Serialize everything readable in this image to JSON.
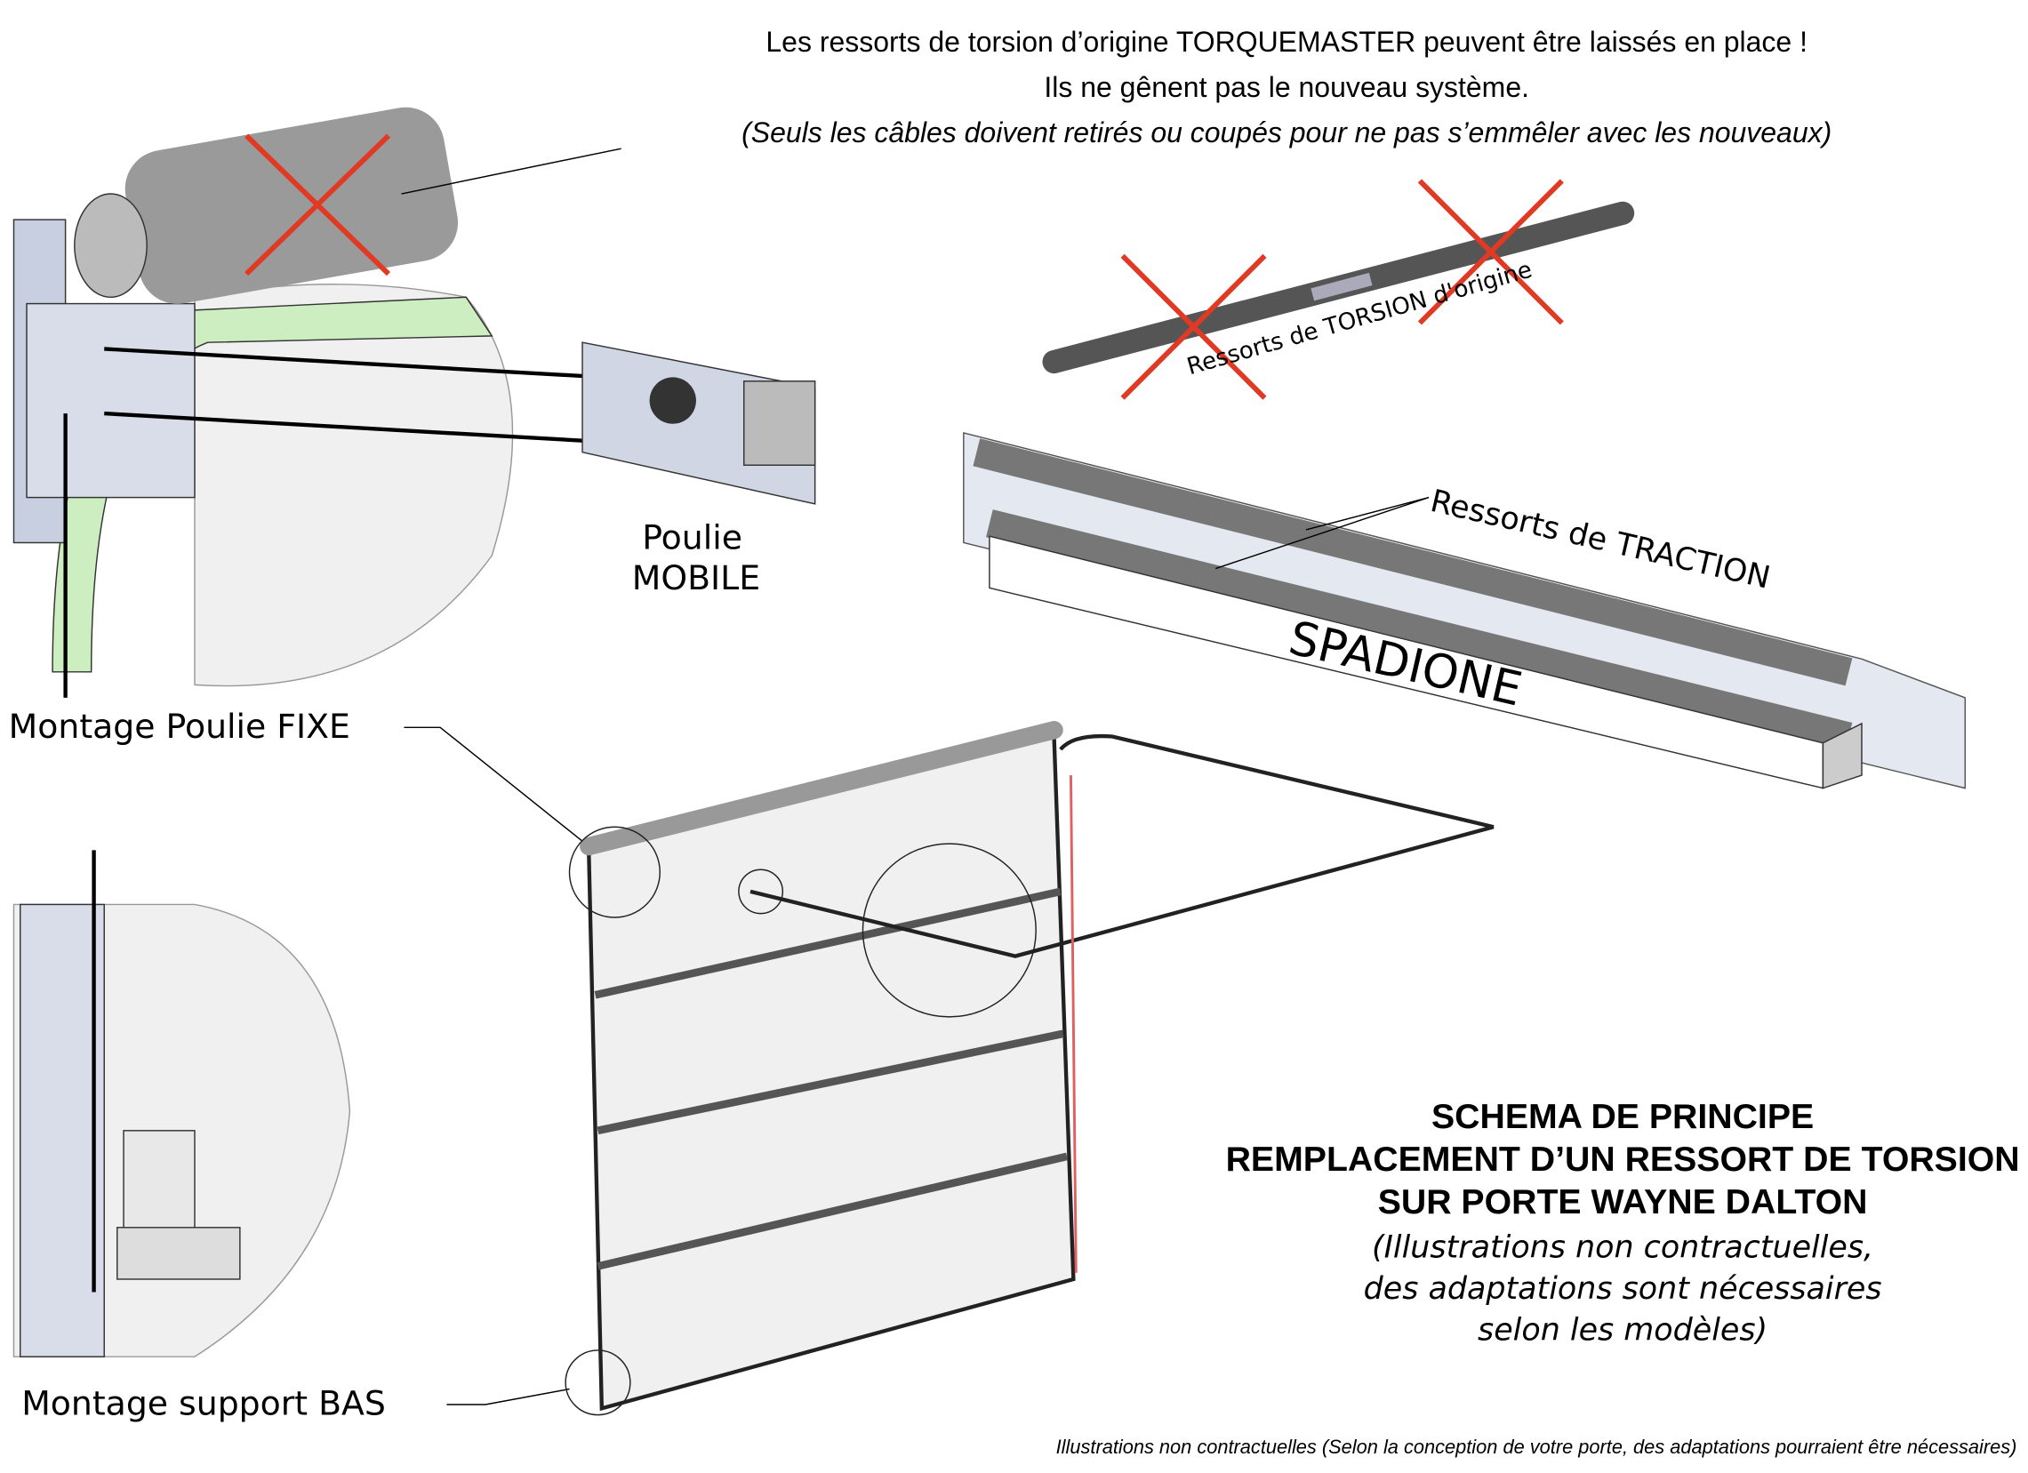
{
  "header": {
    "line1": "Les ressorts de torsion d’origine TORQUEMASTER peuvent être laissés en place !",
    "line2": "Ils ne gênent pas le nouveau système.",
    "line3": "(Seuls les câbles doivent retirés ou coupés pour ne pas s’emmêler avec les nouveaux)"
  },
  "labels": {
    "torsion": "Ressorts de TORSION d'origine",
    "traction": "Ressorts de TRACTION",
    "brand": "SPADIONE",
    "poulie_mobile_1": "Poulie",
    "poulie_mobile_2": "MOBILE",
    "poulie_fixe": "Montage Poulie FIXE",
    "support_bas": "Montage support BAS"
  },
  "title_block": {
    "line1": "SCHEMA DE PRINCIPE",
    "line2": "REMPLACEMENT D’UN RESSORT DE TORSION",
    "line3": "SUR PORTE WAYNE DALTON",
    "note1": "(Illustrations non contractuelles,",
    "note2": "des adaptations sont nécessaires",
    "note3": "selon les modèles)"
  },
  "footer": "Illustrations non contractuelles (Selon la conception de votre porte, des adaptations pourraient être nécessaires)",
  "colors": {
    "cross": "#e03a25",
    "track_green": "#cdeec0",
    "cable_red": "#e06060"
  }
}
